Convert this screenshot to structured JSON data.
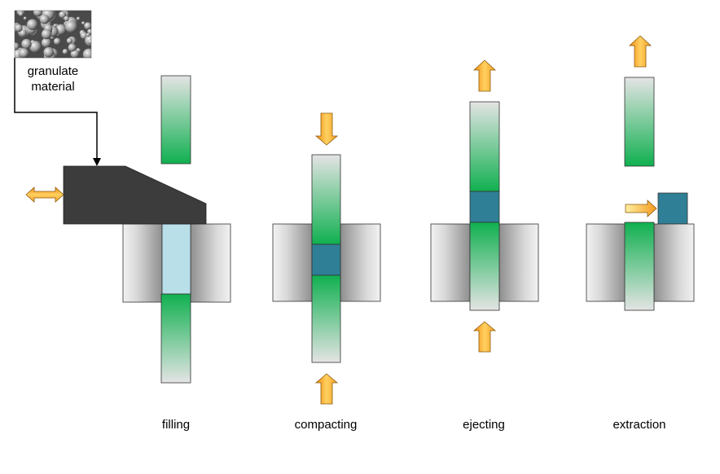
{
  "source_label_line1": "granulate",
  "source_label_line2": "material",
  "stages": [
    {
      "label": "filling"
    },
    {
      "label": "compacting"
    },
    {
      "label": "ejecting"
    },
    {
      "label": "extraction"
    }
  ],
  "colors": {
    "punch_green": "#10b050",
    "punch_light": "#e4e4e4",
    "powder": "#b9dfe9",
    "compact": "#2f7f96",
    "feed_shoe": "#3c3c3c",
    "arrow_orange": "#f39a1e",
    "arrow_yellow": "#ffe07a",
    "die_edge": "#f2f2f2",
    "die_mid": "#9c9c9c"
  },
  "icons": {
    "granulate_photo": "granulate-texture-icon",
    "arrow": "orange-arrow-icon"
  }
}
